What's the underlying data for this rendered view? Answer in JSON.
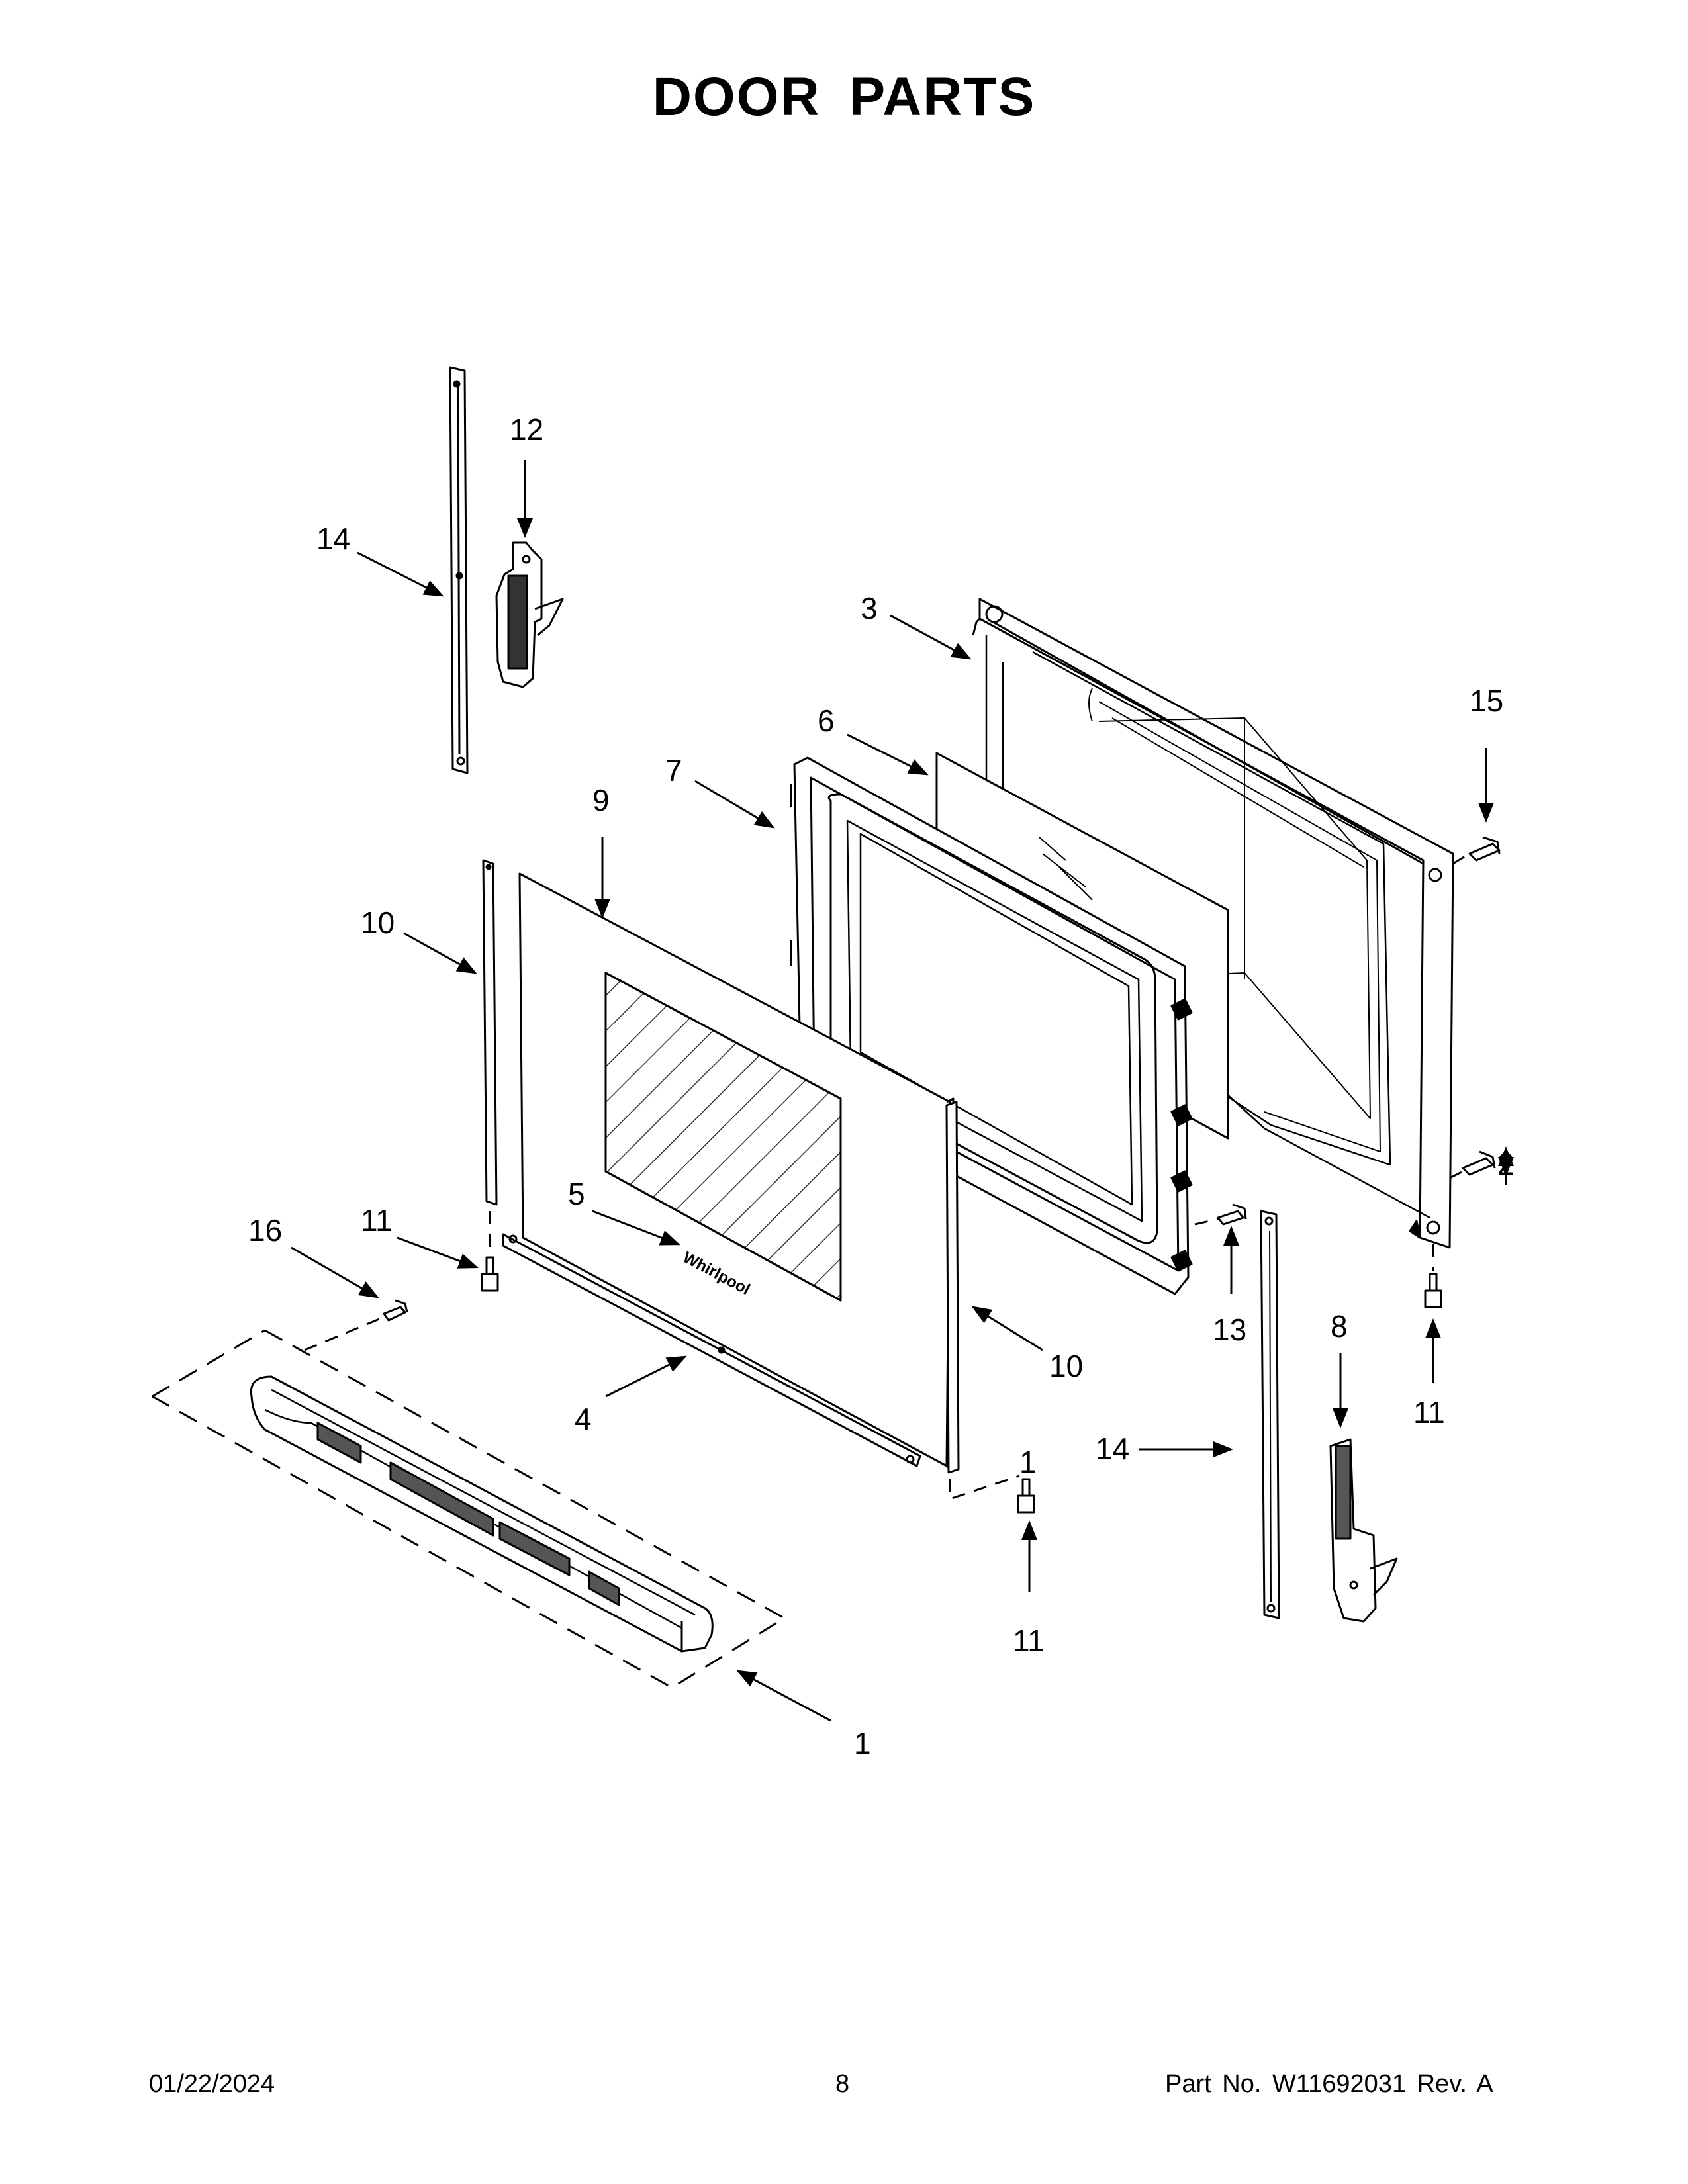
{
  "header": {
    "title": "DOOR PARTS"
  },
  "diagram": {
    "callouts": [
      {
        "id": "c1-a",
        "number": "1",
        "part": "door-handle-assembly"
      },
      {
        "id": "c1-b",
        "number": "1",
        "part": "door-handle-assembly"
      },
      {
        "id": "c2",
        "number": "2",
        "part": "screw"
      },
      {
        "id": "c3",
        "number": "3",
        "part": "inner-door-panel"
      },
      {
        "id": "c4",
        "number": "4",
        "part": "door-trim-bottom"
      },
      {
        "id": "c5",
        "number": "5",
        "part": "badge-nameplate"
      },
      {
        "id": "c6",
        "number": "6",
        "part": "inner-glass"
      },
      {
        "id": "c7",
        "number": "7",
        "part": "glass-pack-frame"
      },
      {
        "id": "c8",
        "number": "8",
        "part": "hinge-right"
      },
      {
        "id": "c9",
        "number": "9",
        "part": "outer-door-glass"
      },
      {
        "id": "c10-a",
        "number": "10",
        "part": "side-trim-left"
      },
      {
        "id": "c10-b",
        "number": "10",
        "part": "side-trim-right"
      },
      {
        "id": "c11-a",
        "number": "11",
        "part": "screw"
      },
      {
        "id": "c11-b",
        "number": "11",
        "part": "screw"
      },
      {
        "id": "c11-c",
        "number": "11",
        "part": "screw"
      },
      {
        "id": "c12",
        "number": "12",
        "part": "hinge-left"
      },
      {
        "id": "c13",
        "number": "13",
        "part": "screw"
      },
      {
        "id": "c14-a",
        "number": "14",
        "part": "hinge-receiver-left"
      },
      {
        "id": "c14-b",
        "number": "14",
        "part": "hinge-receiver-right"
      },
      {
        "id": "c15",
        "number": "15",
        "part": "screw"
      },
      {
        "id": "c16",
        "number": "16",
        "part": "screw"
      }
    ],
    "brand_mark": "Whirlpool"
  },
  "footer": {
    "date": "01/22/2024",
    "page_number": "8",
    "part_number": "Part No.  W11692031  Rev.  A"
  }
}
